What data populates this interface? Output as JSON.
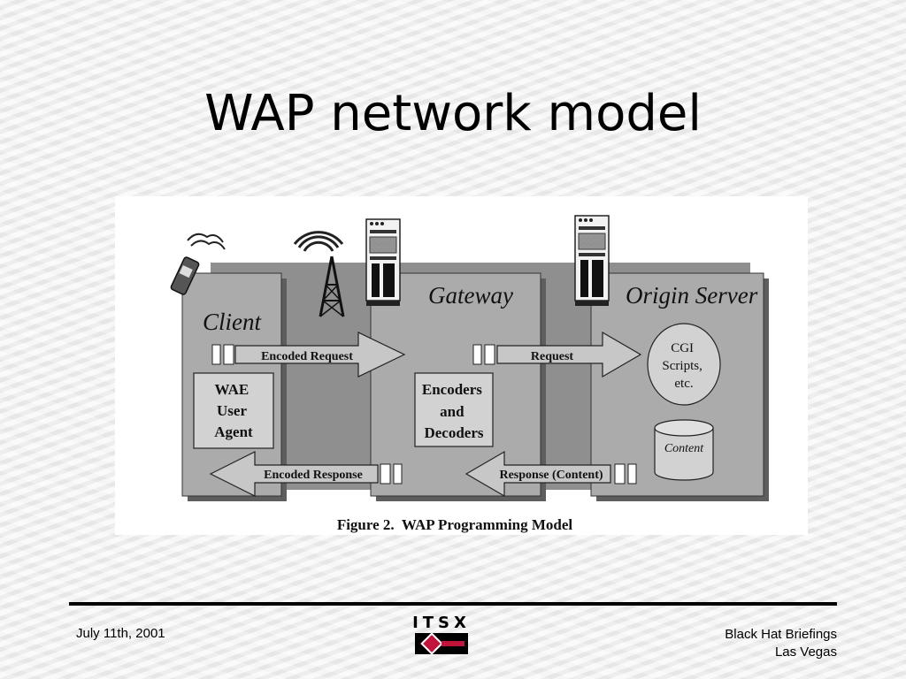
{
  "slide": {
    "title": "WAP network model"
  },
  "diagram": {
    "client": {
      "label": "Client",
      "user_agent": [
        "WAE",
        "User",
        "Agent"
      ]
    },
    "gateway": {
      "label": "Gateway",
      "codec": [
        "Encoders",
        "and",
        "Decoders"
      ]
    },
    "origin_server": {
      "label": "Origin Server",
      "cgi": [
        "CGI",
        "Scripts,",
        "etc."
      ],
      "content": "Content"
    },
    "arrows": {
      "encoded_request": "Encoded Request",
      "request": "Request",
      "encoded_response": "Encoded Response",
      "response_content": "Response (Content)"
    },
    "caption": "Figure 2.  WAP Programming Model"
  },
  "footer": {
    "date": "July 11th, 2001",
    "event_line1": "Black Hat Briefings",
    "event_line2": "Las Vegas",
    "logo_text": "ITSX"
  },
  "colors": {
    "panel_fill": "#ababab",
    "panel_shadow": "#5e5e5e",
    "box_fill": "#d2d2d2",
    "arrow_fill": "#c7c7c7",
    "logo_accent": "#c0143c"
  }
}
